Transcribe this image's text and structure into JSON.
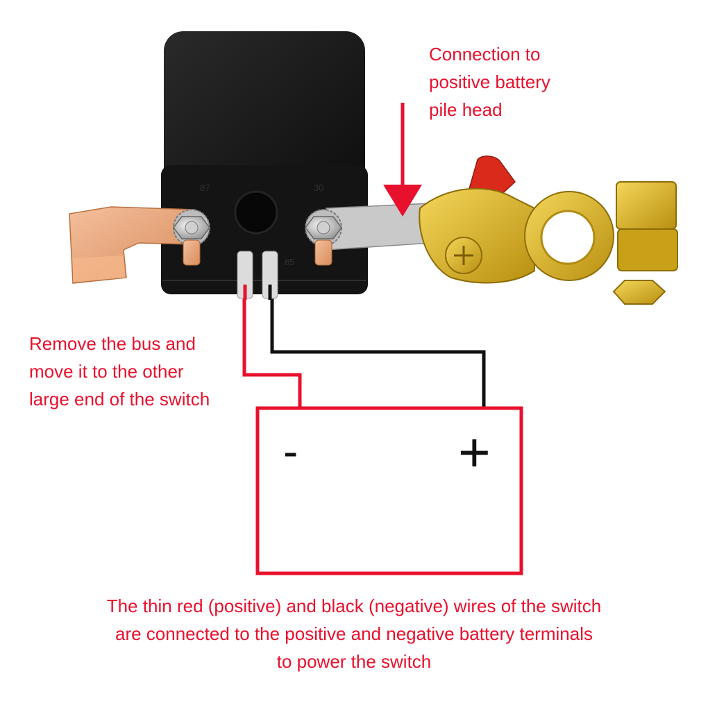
{
  "labels": {
    "top": [
      "Connection to",
      "positive battery",
      "pile head"
    ],
    "left": [
      "Remove the bus and",
      "move it to the other",
      "large end of the switch"
    ],
    "bottom": [
      "The thin red (positive) and black (negative) wires of the switch",
      "are connected to the positive and negative battery terminals",
      "to power the switch"
    ]
  },
  "battery": {
    "negative_symbol": "-",
    "positive_symbol": "+"
  },
  "switch": {
    "terminal_left_mark": "87",
    "terminal_right_mark": "30",
    "terminal_bottom_mark": "85"
  },
  "colors": {
    "annotation_red": "#e8112d",
    "battery_outline": "#e8112d",
    "positive_wire": "#e8112d",
    "negative_wire": "#111111",
    "switch_body": "#1a1a1a",
    "copper": "#e7a57a",
    "brass": "#d9b21c"
  }
}
